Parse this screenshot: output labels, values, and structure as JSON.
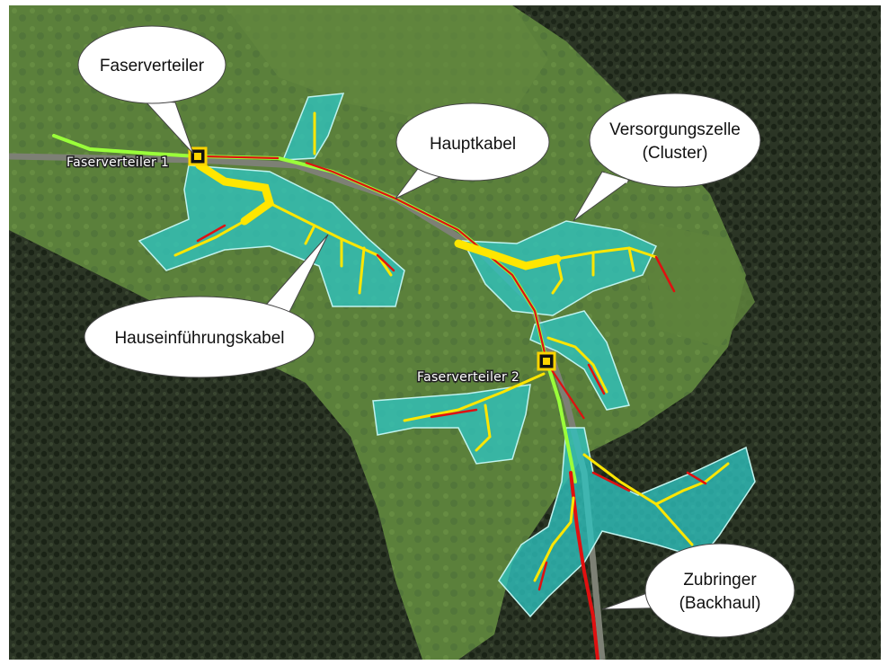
{
  "colors": {
    "forest": "#2a3424",
    "meadow": "#5a7f3a",
    "cluster_fill": "#2ec4c0",
    "main_cable": "#9aff3a",
    "drop_cable": "#ffe600",
    "backhaul_cable": "#e01010",
    "callout_fill": "#ffffff"
  },
  "map_labels": {
    "fv1": "Faserverteiler 1",
    "fv2": "Faserverteiler 2"
  },
  "callouts": {
    "faserverteiler": "Faserverteiler",
    "hauptkabel": "Hauptkabel",
    "versorgungszelle_line1": "Versorgungszelle",
    "versorgungszelle_line2": "(Cluster)",
    "hauseinfuehrungskabel": "Hauseinführungskabel",
    "zubringer_line1": "Zubringer",
    "zubringer_line2": "(Backhaul)"
  },
  "icons": {
    "distributor": "square-node-icon"
  }
}
